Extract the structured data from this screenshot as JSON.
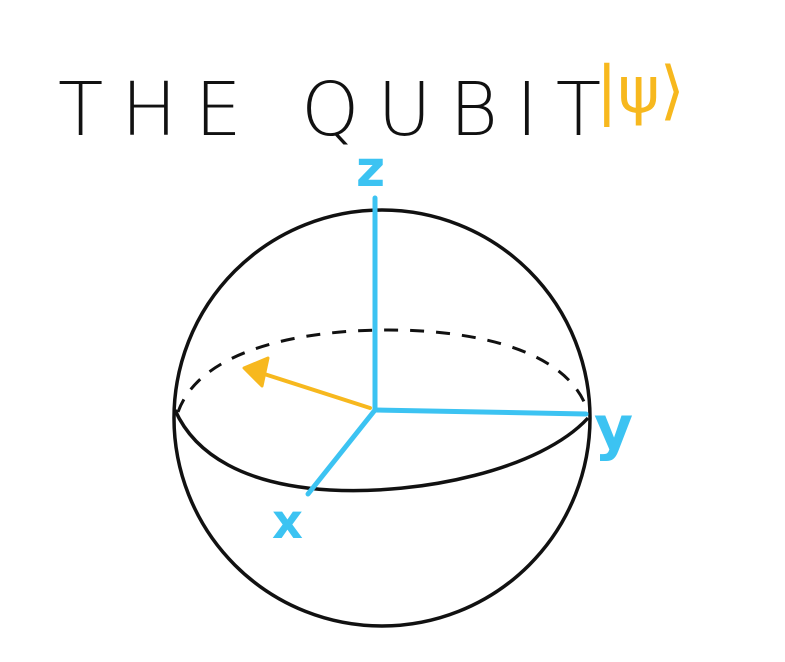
{
  "title": {
    "text": "THE QUBIT",
    "ket": "|ψ⟩"
  },
  "axes": {
    "z": "z",
    "y": "y",
    "x": "x"
  },
  "colors": {
    "ink": "#111111",
    "axis": "#3cc3f2",
    "state_vector": "#f7b81e",
    "background": "#ffffff"
  }
}
